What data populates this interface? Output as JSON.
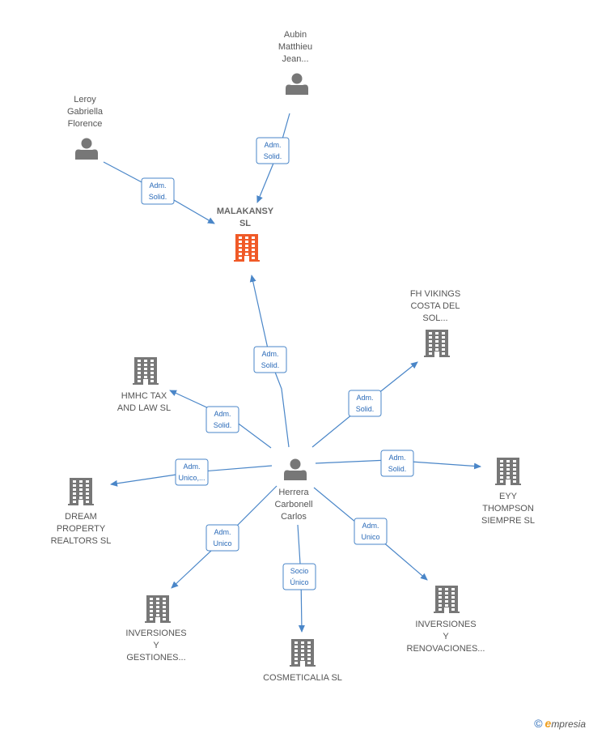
{
  "nodes": [
    {
      "id": "malakansy",
      "type": "company",
      "highlight": true,
      "lines": [
        "MALAKANSY",
        "SL"
      ]
    },
    {
      "id": "aubin",
      "type": "person",
      "lines": [
        "Aubin",
        "Matthieu",
        "Jean..."
      ]
    },
    {
      "id": "leroy",
      "type": "person",
      "lines": [
        "Leroy",
        "Gabriella",
        "Florence"
      ]
    },
    {
      "id": "herrera",
      "type": "person",
      "lines": [
        "Herrera",
        "Carbonell",
        "Carlos"
      ]
    },
    {
      "id": "fhvikings",
      "type": "company",
      "lines": [
        "FH VIKINGS",
        "COSTA DEL",
        "SOL..."
      ]
    },
    {
      "id": "hmhc",
      "type": "company",
      "lines": [
        "HMHC TAX",
        "AND LAW  SL"
      ]
    },
    {
      "id": "eyy",
      "type": "company",
      "lines": [
        "EYY",
        "THOMPSON",
        "SIEMPRE  SL"
      ]
    },
    {
      "id": "dream",
      "type": "company",
      "lines": [
        "DREAM",
        "PROPERTY",
        "REALTORS  SL"
      ]
    },
    {
      "id": "invgest",
      "type": "company",
      "lines": [
        "INVERSIONES",
        "Y",
        "GESTIONES..."
      ]
    },
    {
      "id": "cosmeticalia",
      "type": "company",
      "lines": [
        "COSMETICALIA SL"
      ]
    },
    {
      "id": "invrenov",
      "type": "company",
      "lines": [
        "INVERSIONES",
        "Y",
        "RENOVACIONES..."
      ]
    }
  ],
  "edges": [
    {
      "from": "aubin",
      "to": "malakansy",
      "lines": [
        "Adm.",
        "Solid."
      ]
    },
    {
      "from": "leroy",
      "to": "malakansy",
      "lines": [
        "Adm.",
        "Solid."
      ]
    },
    {
      "from": "herrera",
      "to": "malakansy",
      "lines": [
        "Adm.",
        "Solid."
      ]
    },
    {
      "from": "herrera",
      "to": "hmhc",
      "lines": [
        "Adm.",
        "Solid."
      ]
    },
    {
      "from": "herrera",
      "to": "fhvikings",
      "lines": [
        "Adm.",
        "Solid."
      ]
    },
    {
      "from": "herrera",
      "to": "eyy",
      "lines": [
        "Adm.",
        "Solid."
      ]
    },
    {
      "from": "herrera",
      "to": "dream",
      "lines": [
        "Adm.",
        "Unico,..."
      ]
    },
    {
      "from": "herrera",
      "to": "invgest",
      "lines": [
        "Adm.",
        "Unico"
      ]
    },
    {
      "from": "herrera",
      "to": "cosmeticalia",
      "lines": [
        "Socio",
        "Único"
      ]
    },
    {
      "from": "herrera",
      "to": "invrenov",
      "lines": [
        "Adm.",
        "Unico"
      ]
    }
  ],
  "colors": {
    "edge": "#4a86c8",
    "icon": "#777777",
    "highlight": "#f05a28"
  },
  "footer": {
    "copyright": "©",
    "brand_first": "e",
    "brand_rest": "mpresia"
  }
}
